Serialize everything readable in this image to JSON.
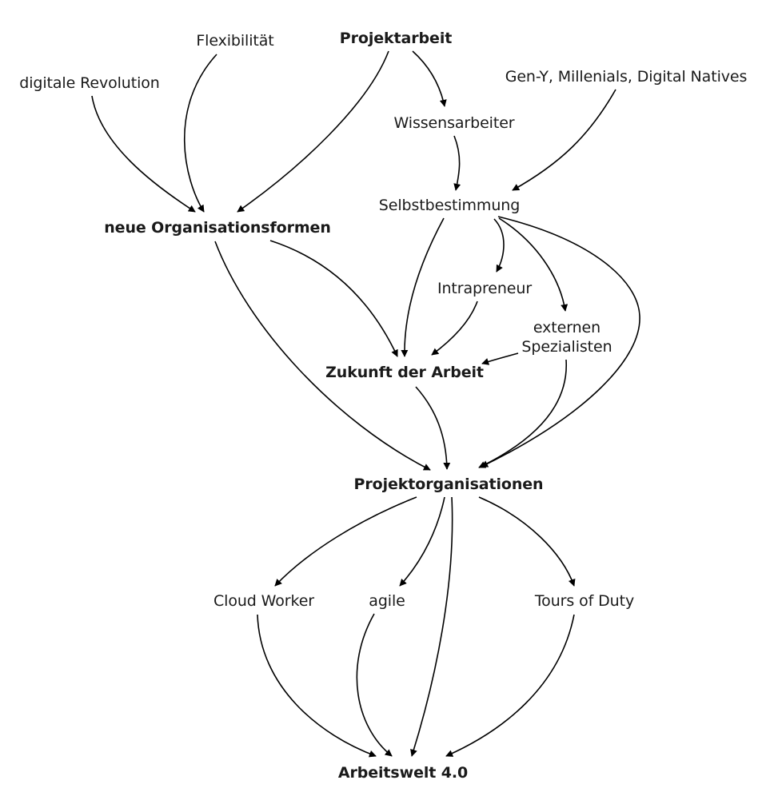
{
  "diagram": {
    "nodes": {
      "projektarbeit": "Projektarbeit",
      "flexibilitaet": "Flexibilität",
      "digitale_revolution": "digitale Revolution",
      "gen_y": "Gen-Y, Millenials, Digital Natives",
      "wissensarbeiter": "Wissensarbeiter",
      "selbstbestimmung": "Selbstbestimmung",
      "neue_organisationsformen": "neue Organisationsformen",
      "intrapreneur": "Intrapreneur",
      "externen_spezialisten_line1": "externen",
      "externen_spezialisten_line2": "Spezialisten",
      "zukunft_der_arbeit": "Zukunft der Arbeit",
      "projektorganisationen": "Projektorganisationen",
      "cloud_worker": "Cloud Worker",
      "agile": "agile",
      "tours_of_duty": "Tours of Duty",
      "arbeitswelt": "Arbeitswelt 4.0"
    },
    "edges": [
      {
        "from": "projektarbeit",
        "to": "wissensarbeiter"
      },
      {
        "from": "projektarbeit",
        "to": "neue_organisationsformen"
      },
      {
        "from": "flexibilitaet",
        "to": "neue_organisationsformen"
      },
      {
        "from": "digitale_revolution",
        "to": "neue_organisationsformen"
      },
      {
        "from": "wissensarbeiter",
        "to": "selbstbestimmung"
      },
      {
        "from": "gen_y",
        "to": "selbstbestimmung"
      },
      {
        "from": "selbstbestimmung",
        "to": "zukunft_der_arbeit"
      },
      {
        "from": "selbstbestimmung",
        "to": "intrapreneur"
      },
      {
        "from": "selbstbestimmung",
        "to": "externen_spezialisten"
      },
      {
        "from": "selbstbestimmung",
        "to": "projektorganisationen"
      },
      {
        "from": "neue_organisationsformen",
        "to": "zukunft_der_arbeit"
      },
      {
        "from": "neue_organisationsformen",
        "to": "projektorganisationen"
      },
      {
        "from": "intrapreneur",
        "to": "zukunft_der_arbeit"
      },
      {
        "from": "externen_spezialisten",
        "to": "zukunft_der_arbeit"
      },
      {
        "from": "externen_spezialisten",
        "to": "projektorganisationen"
      },
      {
        "from": "zukunft_der_arbeit",
        "to": "projektorganisationen"
      },
      {
        "from": "projektorganisationen",
        "to": "cloud_worker"
      },
      {
        "from": "projektorganisationen",
        "to": "agile"
      },
      {
        "from": "projektorganisationen",
        "to": "tours_of_duty"
      },
      {
        "from": "projektorganisationen",
        "to": "arbeitswelt"
      },
      {
        "from": "cloud_worker",
        "to": "arbeitswelt"
      },
      {
        "from": "agile",
        "to": "arbeitswelt"
      },
      {
        "from": "tours_of_duty",
        "to": "arbeitswelt"
      }
    ]
  }
}
